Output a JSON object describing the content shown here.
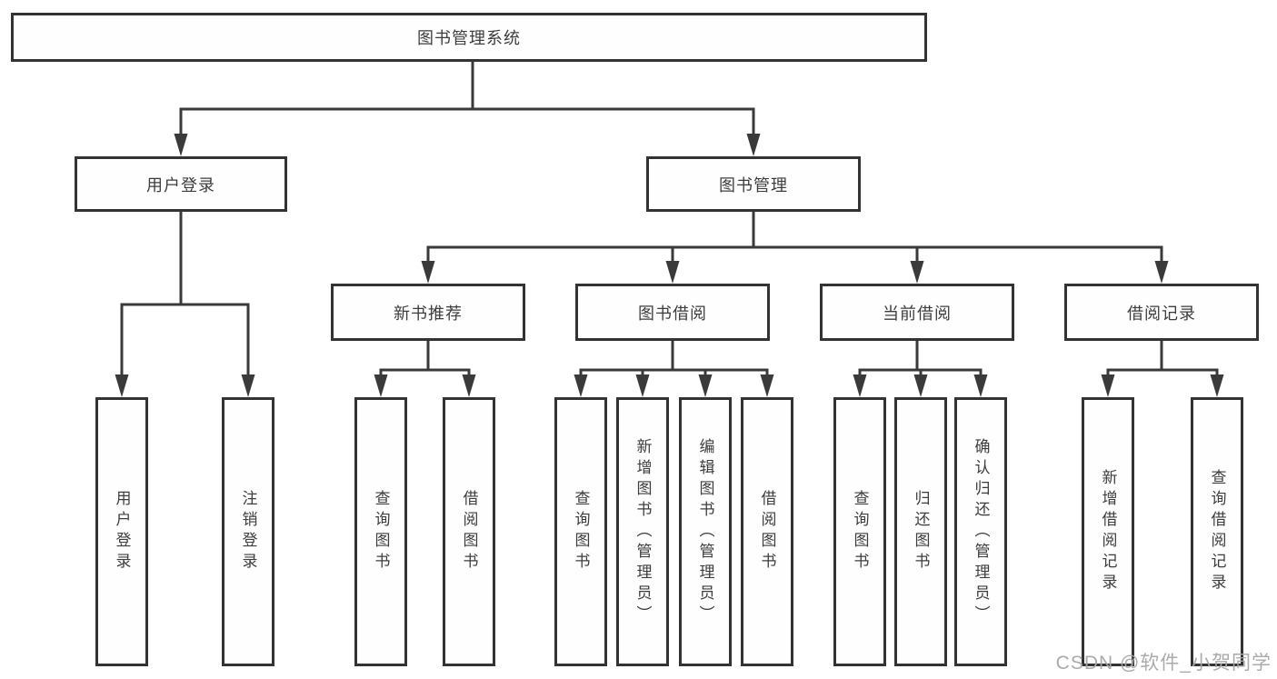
{
  "diagram": {
    "nodes": {
      "root": "图书管理系统",
      "user_login": "用户登录",
      "book_mgmt": "图书管理",
      "new_books": "新书推荐",
      "book_borrow": "图书借阅",
      "current_borrow": "当前借阅",
      "borrow_records": "借阅记录",
      "leaf_user_login": "用户登录",
      "leaf_logout": "注销登录",
      "leaf_nb_query": "查询图书",
      "leaf_nb_borrow": "借阅图书",
      "leaf_bb_query": "查询图书",
      "leaf_bb_add": "新增图书（管理员）",
      "leaf_bb_edit": "编辑图书（管理员）",
      "leaf_bb_borrow": "借阅图书",
      "leaf_cb_query": "查询图书",
      "leaf_cb_return": "归还图书",
      "leaf_cb_confirm": "确认归还（管理员）",
      "leaf_br_add": "新增借阅记录",
      "leaf_br_query": "查询借阅记录"
    }
  },
  "watermark": {
    "text": "CSDN @软件_小贺同学"
  },
  "colors": {
    "line": "#3a3a3a",
    "box_border": "#333333",
    "text": "#3d3d3d",
    "watermark": "#a7a7aa",
    "background": "#ffffff"
  }
}
